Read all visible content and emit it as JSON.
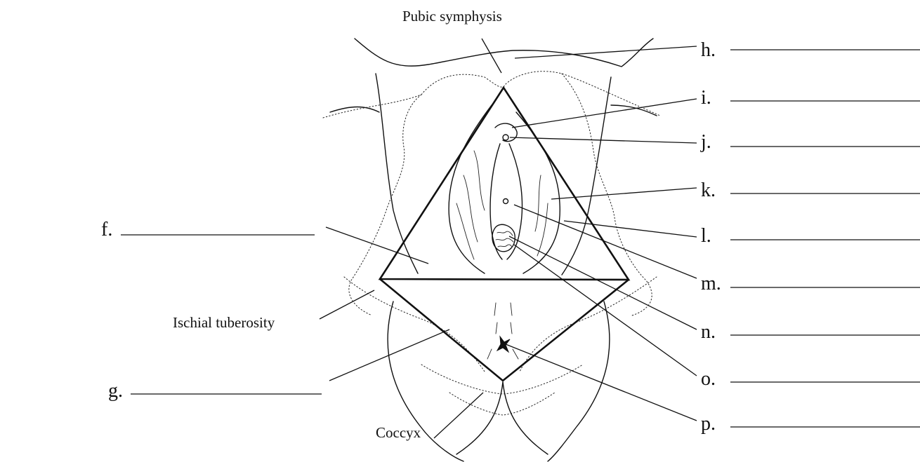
{
  "fixed_labels": {
    "pubic_symphysis": "Pubic symphysis",
    "ischial_tuberosity": "Ischial tuberosity",
    "coccyx": "Coccyx"
  },
  "blank_labels": {
    "f": "f.",
    "g": "g.",
    "h": "h.",
    "i": "i.",
    "j": "j.",
    "k": "k.",
    "l": "l.",
    "m": "m.",
    "n": "n.",
    "o": "o.",
    "p": "p."
  },
  "colors": {
    "ink": "#111111",
    "background": "#ffffff"
  }
}
